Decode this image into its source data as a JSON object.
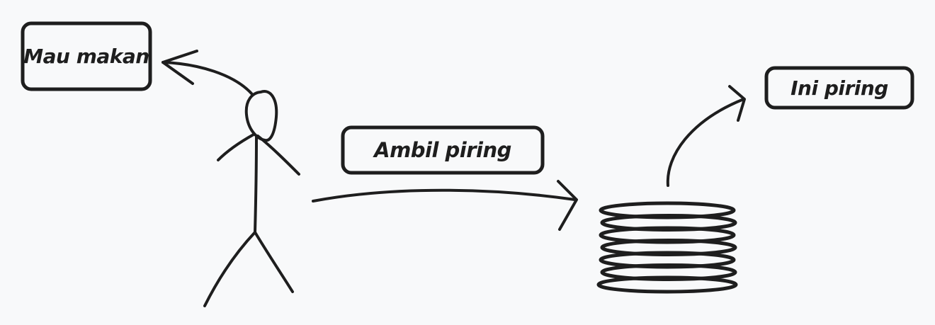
{
  "labels": {
    "want_to_eat": "Mau makan",
    "take_plate": "Ambil piring",
    "this_is_plate": "Ini piring"
  },
  "colors": {
    "background": "#f8f9fa",
    "stroke": "#1e1e1e"
  },
  "plate_stack": {
    "count": 7
  }
}
